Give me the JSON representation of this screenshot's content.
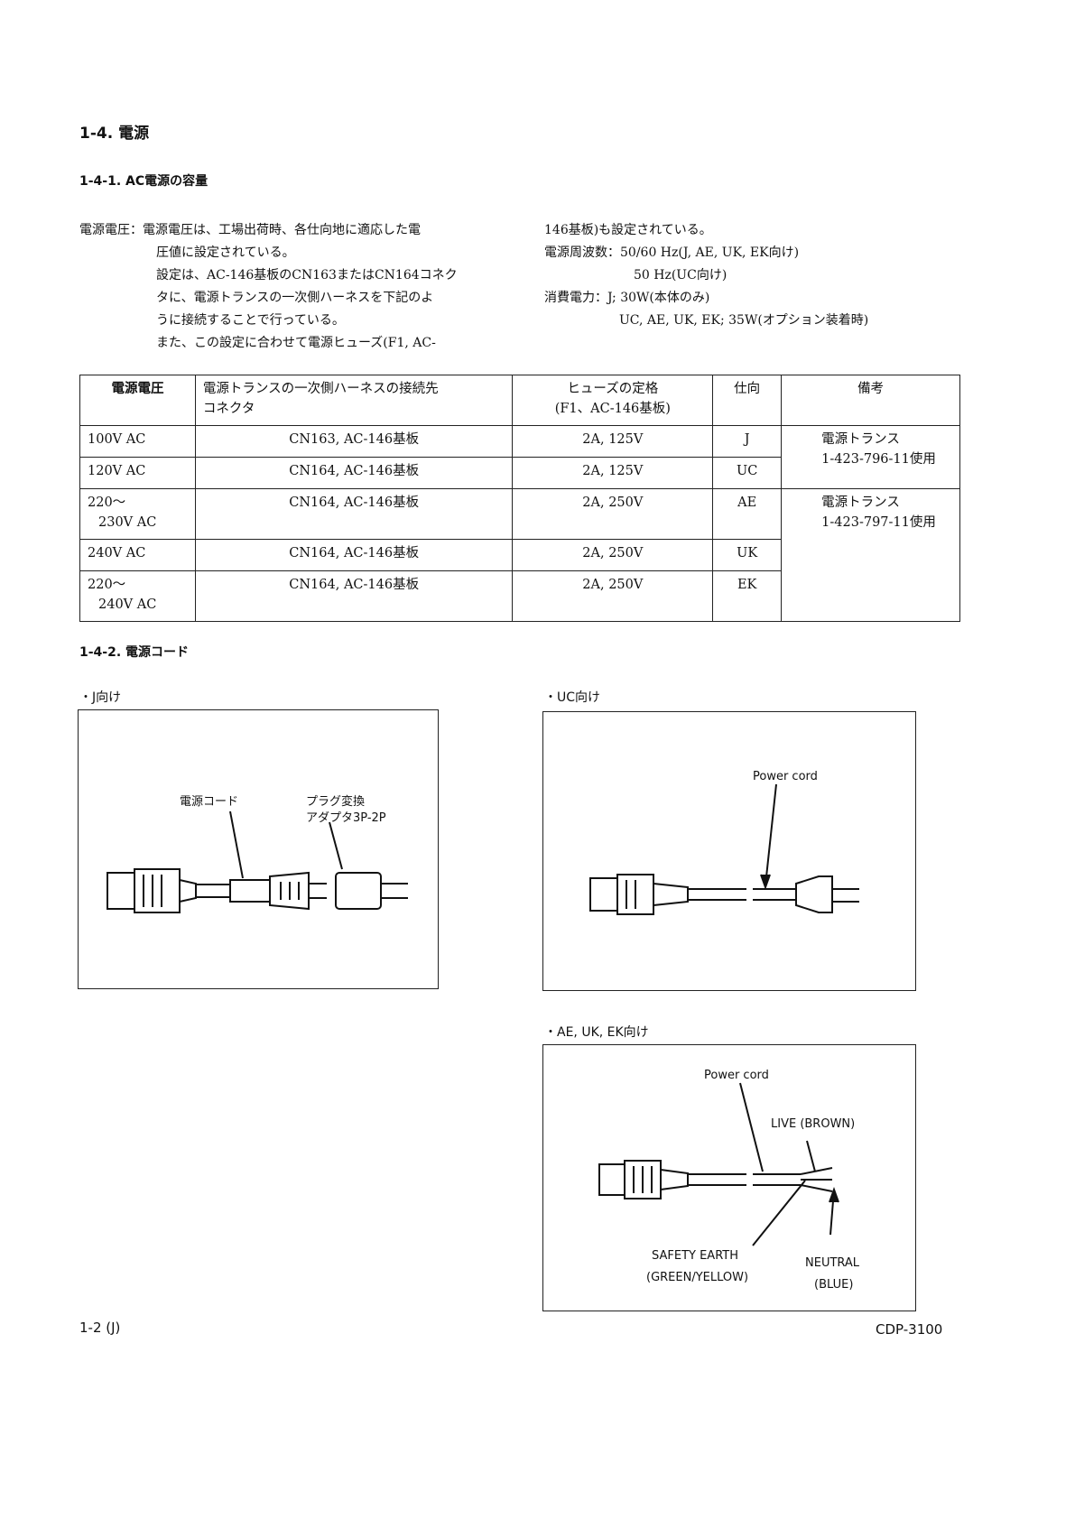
{
  "section": {
    "title": "1-4. 電源",
    "sub1": "1-4-1. AC電源の容量",
    "sub2": "1-4-2. 電源コード"
  },
  "left_text": [
    "電源電圧：電源電圧は、工場出荷時、各仕向地に適応した電",
    "圧値に設定されている。",
    "設定は、AC-146基板のCN163またはCN164コネク",
    "タに、電源トランスの一次側ハーネスを下記のよ",
    "うに接続することで行っている。",
    "また、この設定に合わせて電源ヒューズ(F1, AC-"
  ],
  "right_text": [
    "146基板)も設定されている。",
    "電源周波数：50/60 Hz(J, AE, UK, EK向け)",
    "50 Hz(UC向け)",
    "消費電力：J; 30W(本体のみ)",
    "UC, AE, UK, EK; 35W(オプション装着時)"
  ],
  "table": {
    "headers": [
      "電源電圧",
      "電源トランスの一次側ハーネスの接続先コネクタ",
      "ヒューズの定格",
      "(F1、AC-146基板)",
      "仕向",
      "備考"
    ],
    "header_line1": "電源トランスの一次側ハーネスの接続先",
    "header_line2": "コネクタ",
    "rows": [
      {
        "voltage": "100V AC",
        "connector": "CN163, AC-146基板",
        "fuse": "2A, 125V",
        "dest": "J"
      },
      {
        "voltage": "120V AC",
        "connector": "CN164, AC-146基板",
        "fuse": "2A, 125V",
        "dest": "UC"
      },
      {
        "voltage": "220～",
        "voltage2": "230V AC",
        "connector": "CN164, AC-146基板",
        "fuse": "2A, 250V",
        "dest": "AE"
      },
      {
        "voltage": "240V AC",
        "connector": "CN164, AC-146基板",
        "fuse": "2A, 250V",
        "dest": "UK"
      },
      {
        "voltage": "220～",
        "voltage2": "240V AC",
        "connector": "CN164, AC-146基板",
        "fuse": "2A, 250V",
        "dest": "EK"
      }
    ],
    "note1_line1": "電源トランス",
    "note1_line2": "1-423-796-11使用",
    "note2_line1": "電源トランス",
    "note2_line2": "1-423-797-11使用"
  },
  "figures": {
    "j": {
      "caption": "・J向け",
      "cord": "電源コード",
      "adapter1": "プラグ変換",
      "adapter2": "アダプタ3P-2P"
    },
    "uc": {
      "caption": "・UC向け",
      "cord": "Power cord"
    },
    "eu": {
      "caption": "・AE, UK, EK向け",
      "cord": "Power cord",
      "live": "LIVE (BROWN)",
      "earth1": "SAFETY EARTH",
      "earth2": "(GREEN/YELLOW)",
      "neutral1": "NEUTRAL",
      "neutral2": "(BLUE)"
    }
  },
  "footer": {
    "page": "1-2 (J)",
    "model": "CDP-3100"
  }
}
